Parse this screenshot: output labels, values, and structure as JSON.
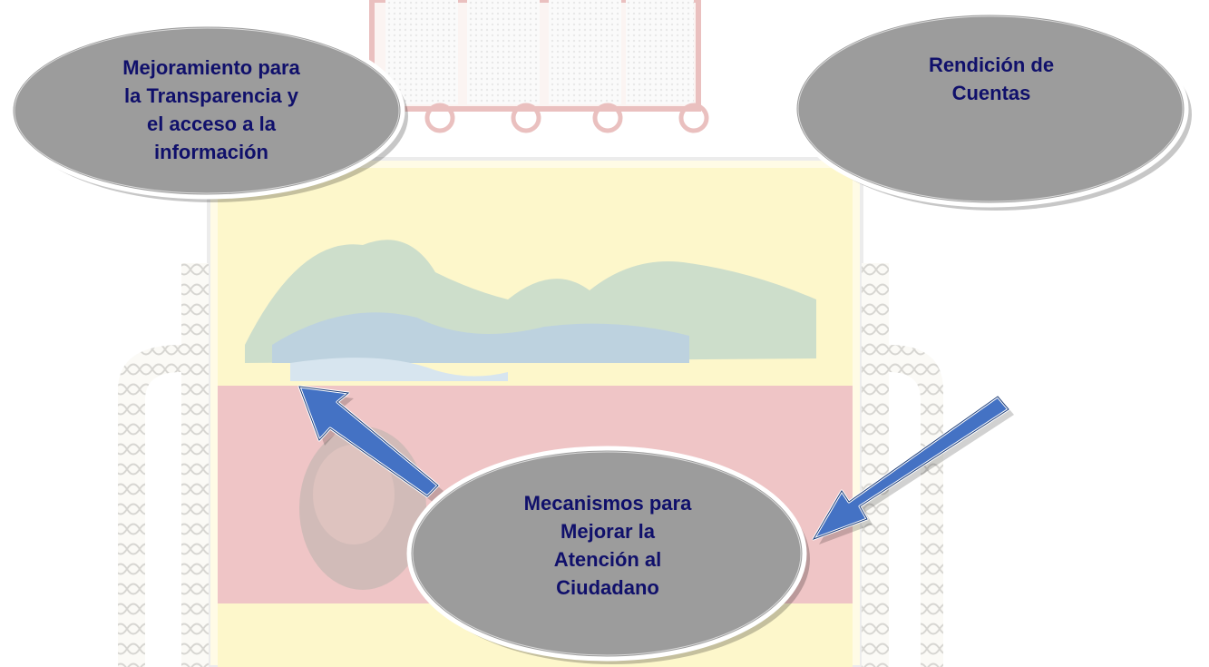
{
  "nodes": [
    {
      "label_lines": [
        "Mejoramiento para",
        "la Transparencia y",
        "el acceso a la",
        "información"
      ]
    },
    {
      "label_lines": [
        "Rendición de",
        "Cuentas"
      ]
    },
    {
      "label_lines": [
        "Mecanismos para",
        "Mejorar la",
        "Atención al",
        "Ciudadano"
      ]
    }
  ],
  "colors": {
    "ellipse_fill": "#9c9c9c",
    "ellipse_edge": "#ffffff",
    "text": "#10106b",
    "arrow_fill": "#4472c4",
    "arrow_outline": "#1f3f7a"
  },
  "background": {
    "type": "watermark",
    "description_icon": "coat-of-arms-watermark"
  }
}
